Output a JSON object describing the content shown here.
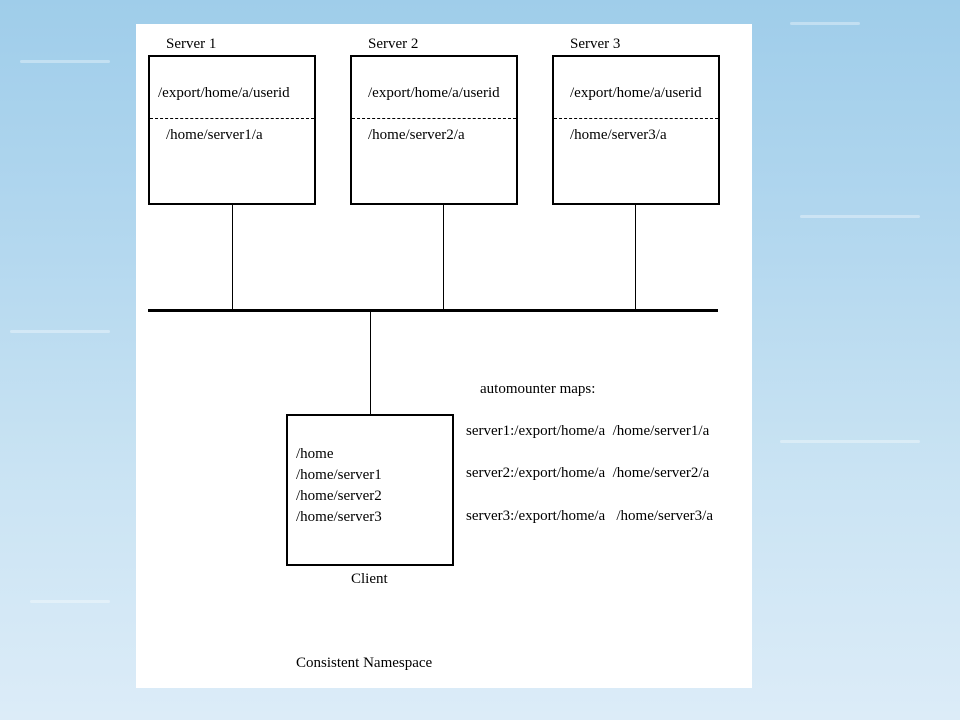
{
  "servers": [
    {
      "label": "Server 1",
      "export_path": "/export/home/a/userid",
      "mount_path": "/home/server1/a"
    },
    {
      "label": "Server 2",
      "export_path": "/export/home/a/userid",
      "mount_path": "/home/server2/a"
    },
    {
      "label": "Server 3",
      "export_path": "/export/home/a/userid",
      "mount_path": "/home/server3/a"
    }
  ],
  "client": {
    "label": "Client",
    "paths": [
      "/home",
      "/home/server1",
      "/home/server2",
      "/home/server3"
    ]
  },
  "maps": {
    "title": "automounter maps:",
    "entries": [
      "server1:/export/home/a  /home/server1/a",
      "server2:/export/home/a  /home/server2/a",
      "server3:/export/home/a   /home/server3/a"
    ]
  },
  "caption": "Consistent Namespace"
}
